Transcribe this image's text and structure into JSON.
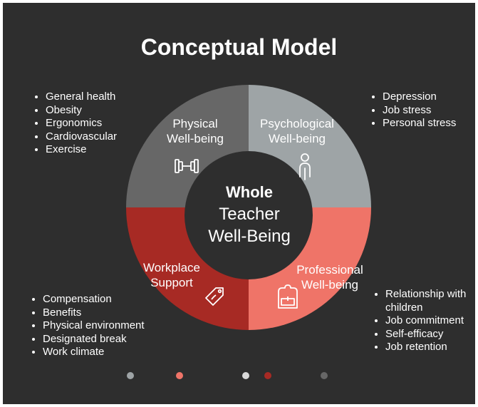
{
  "title": "Conceptual Model",
  "center": {
    "line1": "Whole",
    "line2": "Teacher",
    "line3": "Well-Being"
  },
  "quadrants": {
    "physical": {
      "line1": "Physical",
      "line2": "Well-being",
      "icon": "dumbbell-icon",
      "color": "#676767",
      "items": [
        "General health",
        "Obesity",
        "Ergonomics",
        "Cardiovascular",
        "Exercise"
      ]
    },
    "psychological": {
      "line1": "Psychological",
      "line2": "Well-being",
      "icon": "person-icon",
      "color": "#9ea4a6",
      "items": [
        "Depression",
        "Job stress",
        "Personal stress"
      ]
    },
    "workplace": {
      "line1": "Workplace",
      "line2": "Support",
      "icon": "price-tag-icon",
      "color": "#a72a24",
      "items": [
        "Compensation",
        "Benefits",
        "Physical environment",
        "Designated break",
        "Work climate"
      ]
    },
    "professional": {
      "line1": "Professional",
      "line2": "Well-being",
      "icon": "backpack-icon",
      "color": "#ef7468",
      "items": [
        "Relationship with",
        "children",
        "Job commitment",
        "Self-efficacy",
        "Job retention"
      ]
    }
  },
  "colors": {
    "background": "#2e2e2e",
    "hub": "#2e2e2e",
    "text": "#ffffff"
  },
  "dots": [
    "#9ea4a6",
    "#ef7468",
    "#d9d9d9",
    "#a72a24",
    "#676767"
  ]
}
